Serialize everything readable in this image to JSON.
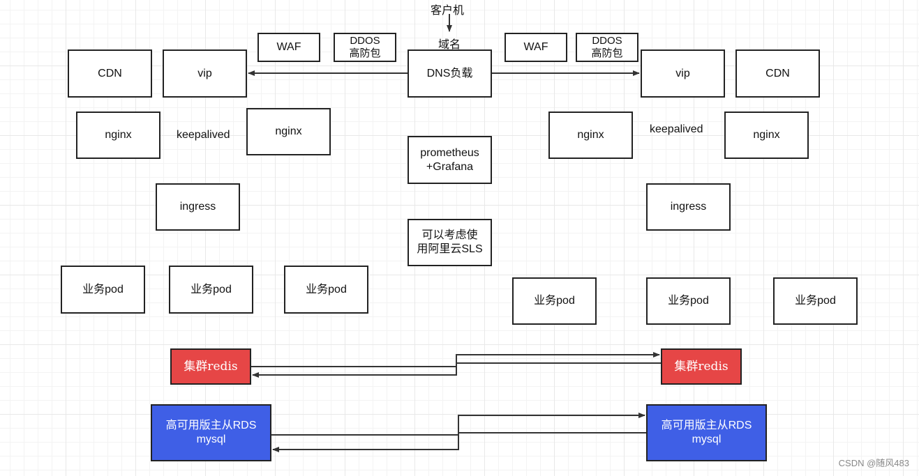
{
  "client": "客户机",
  "domain": "域名",
  "dns": "DNS负载",
  "monitoring": "prometheus\n+Grafana",
  "logging": "可以考虑使\n用阿里云SLS",
  "left": {
    "waf": "WAF",
    "ddos": "DDOS\n高防包",
    "cdn": "CDN",
    "vip": "vip",
    "nginx1": "nginx",
    "keepalived": "keepalived",
    "nginx2": "nginx",
    "ingress": "ingress",
    "pods": [
      "业务pod",
      "业务pod",
      "业务pod"
    ],
    "redis": "集群redis",
    "rds": "高可用版主从RDS\nmysql"
  },
  "right": {
    "waf": "WAF",
    "ddos": "DDOS\n高防包",
    "cdn": "CDN",
    "vip": "vip",
    "nginx1": "nginx",
    "keepalived": "keepalived",
    "nginx2": "nginx",
    "ingress": "ingress",
    "pods": [
      "业务pod",
      "业务pod",
      "业务pod"
    ],
    "redis": "集群redis",
    "rds": "高可用版主从RDS\nmysql"
  },
  "colors": {
    "redis": "#e64646",
    "rds": "#3f5fe6",
    "line": "#333333"
  },
  "watermark": "CSDN @随风483"
}
